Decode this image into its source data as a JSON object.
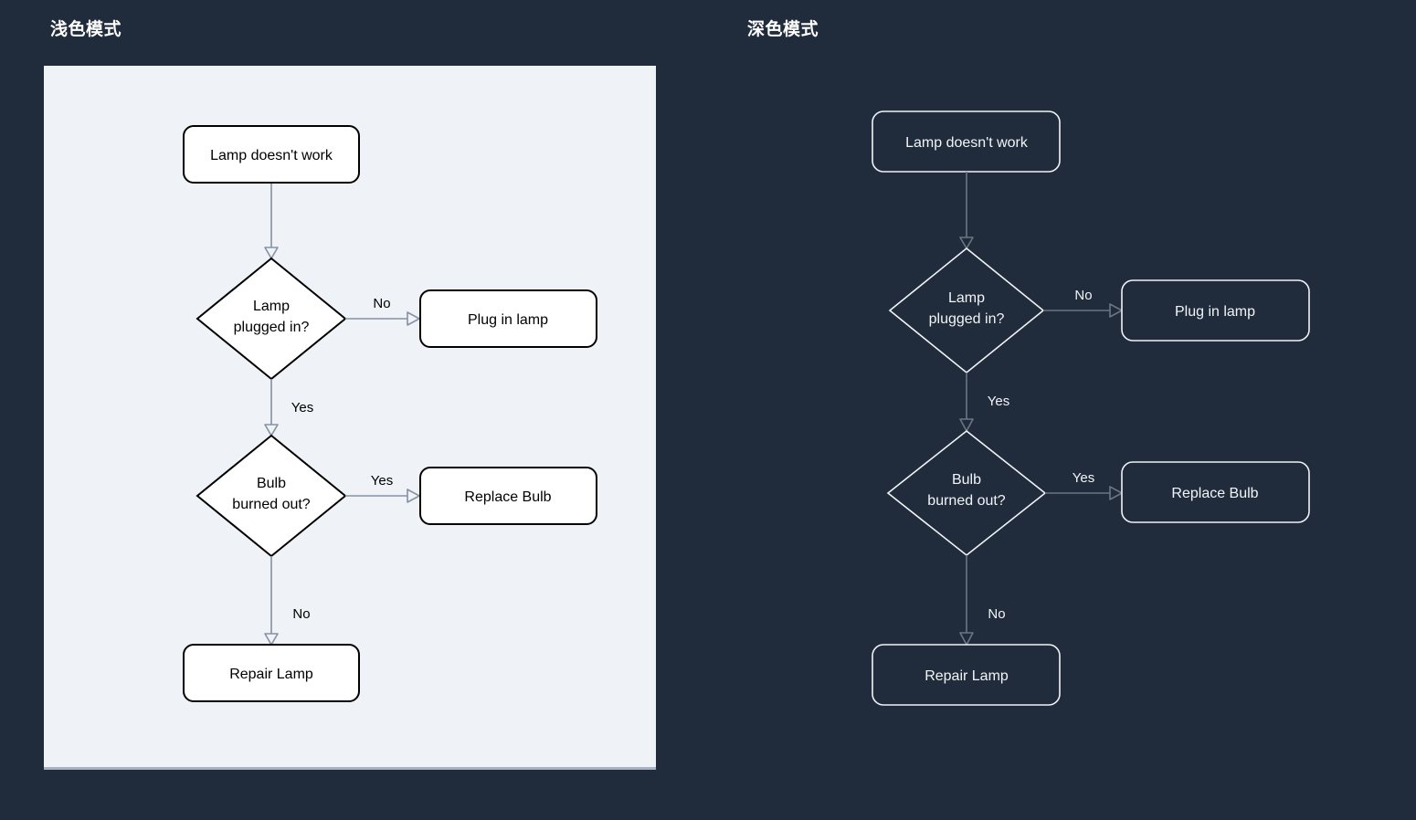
{
  "page": {
    "light_title": "浅色模式",
    "dark_title": "深色模式"
  },
  "flowchart": {
    "start": "Lamp doesn't work",
    "decision1_line1": "Lamp",
    "decision1_line2": "plugged in?",
    "edge_no1": "No",
    "action_plug": "Plug in lamp",
    "edge_yes1": "Yes",
    "decision2_line1": "Bulb",
    "decision2_line2": "burned out?",
    "edge_yes2": "Yes",
    "action_replace": "Replace Bulb",
    "edge_no2": "No",
    "end_repair": "Repair Lamp"
  },
  "colors": {
    "page_background": "#202b3c",
    "light_panel_background": "#eff2f6",
    "light_node_fill": "#ffffff",
    "light_node_border": "#000000",
    "light_text": "#000000",
    "light_arrow": "#8592a3",
    "dark_node_fill": "#202b3c",
    "dark_node_border": "#f0f3f6",
    "dark_text": "#f2f5f7",
    "dark_arrow": "#6c7582",
    "title_text": "#ffffff"
  }
}
